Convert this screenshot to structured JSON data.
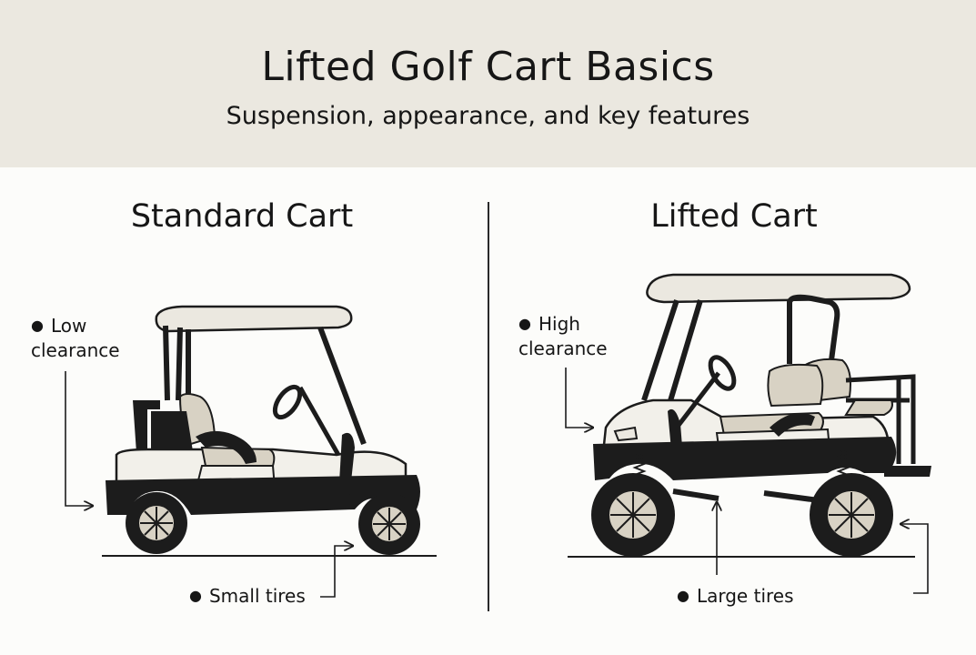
{
  "header": {
    "title": "Lifted Golf Cart Basics",
    "subtitle": "Suspension, appearance, and key features"
  },
  "standard": {
    "title": "Standard Cart",
    "clearance_line1": "Low",
    "clearance_line2": "clearance",
    "tires": "Small tires"
  },
  "lifted": {
    "title": "Lifted Cart",
    "clearance_line1": "High",
    "clearance_line2": "clearance",
    "tires": "Large tires"
  },
  "colors": {
    "header_bg": "#ebe8e0",
    "body": "#f2f0ea",
    "seat": "#d8d2c4",
    "dark": "#1c1c1c"
  }
}
